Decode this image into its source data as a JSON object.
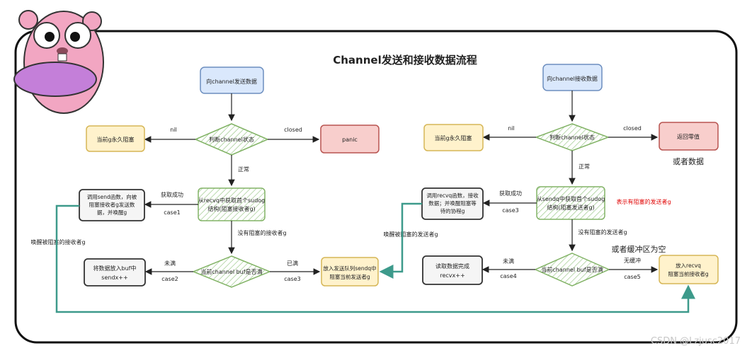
{
  "title": "Channel发送和接收数据流程",
  "watermark": "CSDN @Lzjusc2017",
  "colors": {
    "blue_border": "#6c8ebf",
    "blue_fill": "#dae8fc",
    "yellow_border": "#d6b656",
    "yellow_fill": "#fff2cc",
    "red_border": "#b85450",
    "red_fill": "#f8cecc",
    "green_border": "#82b366",
    "green_fill": "#d5e8d4",
    "dark_border": "#333333",
    "teal_arrow": "#3d9a8b",
    "red_text": "#e00000"
  },
  "send": {
    "start": "向channel发送数据",
    "check_state": "判断channel状态",
    "nil_label": "nil",
    "nil_block": "当前g永久阻塞",
    "closed_label": "closed",
    "closed_panic": "panic",
    "normal_label": "正常",
    "get_recv": [
      "从recvq中获取首个sudog",
      "结构(阻塞接收者g)"
    ],
    "success_label": "获取成功",
    "case1_label": "case1",
    "case1_action": [
      "调用send函数，向被",
      "阻塞接收者g发送数",
      "据，并唤醒g"
    ],
    "wake_label": "唤醒被阻塞的接收者g",
    "no_recv_label": "没有阻塞的接收者g",
    "buf_check": "当前channel buf是否满",
    "not_full_label": "未满",
    "case2_label": "case2",
    "case2_action": [
      "将数据放入buf中",
      "sendx++"
    ],
    "full_label": "已满",
    "case3_label": "case3",
    "case3_action": [
      "放入发送队列sendq中",
      "阻塞当前发送者g"
    ]
  },
  "recv": {
    "start": "向channel接收数据",
    "check_state": "判断channel状态",
    "nil_label": "nil",
    "nil_block": "当前g永久阻塞",
    "closed_label": "closed",
    "closed_return": "返回零值",
    "or_data": "或者数据",
    "normal_label": "正常",
    "get_send": [
      "从sendq中获取首个sudog",
      "结构(阻塞发送者g)"
    ],
    "hint": "表示有阻塞的发送者g",
    "success_label": "获取成功",
    "case3_label": "case3",
    "case3_action": [
      "调用recvq函数，接收",
      "数据；并唤醒阻塞等",
      "待的协程g"
    ],
    "wake_label": "唤醒被阻塞的发送者g",
    "no_send_label": "没有阻塞的发送者g",
    "or_buf_empty": "或者缓冲区为空",
    "buf_check": "当前channel buf是否满",
    "not_full_label": "未满",
    "case4_label": "case4",
    "case4_action": [
      "读取数据完成",
      "recvx++"
    ],
    "no_buf_label": "无缓冲",
    "case5_label": "case5",
    "case5_action": [
      "放入recvq",
      "阻塞当前接收者g"
    ]
  }
}
